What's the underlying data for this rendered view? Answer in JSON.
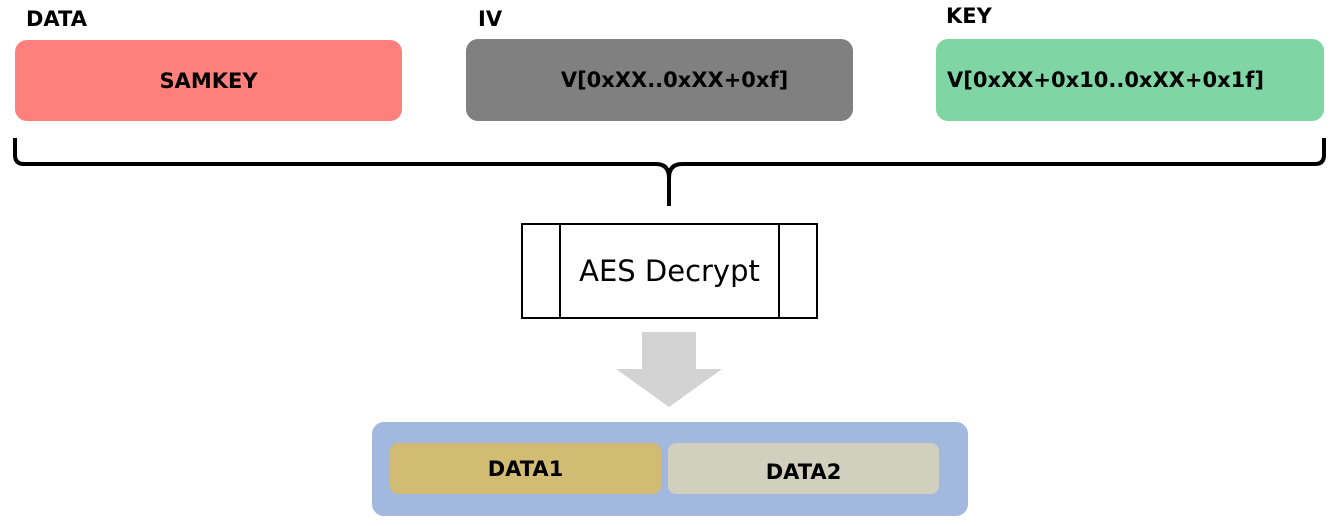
{
  "inputs": {
    "data": {
      "label": "DATA",
      "value": "SAMKEY"
    },
    "iv": {
      "label": "IV",
      "value": "V[0xXX..0xXX+0xf]"
    },
    "key": {
      "label": "KEY",
      "value": "V[0xXX+0x10..0xXX+0x1f]"
    }
  },
  "process": {
    "label": "AES Decrypt"
  },
  "output": {
    "parts": [
      {
        "label": "DATA1"
      },
      {
        "label": "DATA2"
      }
    ]
  },
  "colors": {
    "data_box": "#ff7f7c",
    "iv_box": "#808080",
    "key_box": "#7fd6a4",
    "result_container": "#a2b8df",
    "data1_box": "#d2bb72",
    "data2_box": "#d1d0bf",
    "arrow": "#d3d3d3"
  }
}
